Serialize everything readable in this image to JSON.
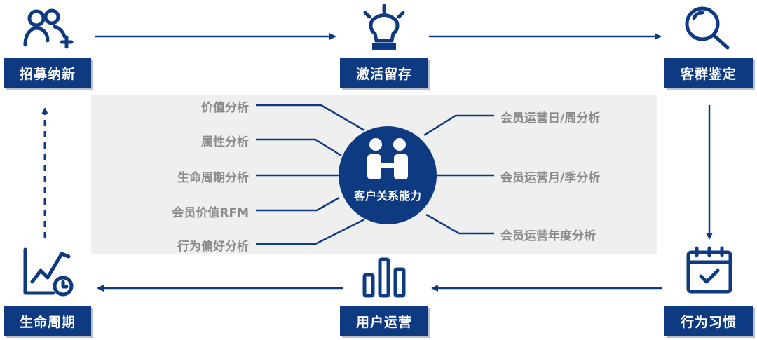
{
  "stages": {
    "recruit": "招募纳新",
    "activate": "激活留存",
    "identify": "客群鉴定",
    "lifecycle": "生命周期",
    "operation": "用户运营",
    "habit": "行为习惯"
  },
  "center": {
    "label": "客户关系能力"
  },
  "left_analyses": [
    "价值分析",
    "属性分析",
    "生命周期分析",
    "会员价值RFM",
    "行为偏好分析"
  ],
  "right_analyses": [
    "会员运营日/周分析",
    "会员运营月/季分析",
    "会员运营年度分析"
  ],
  "icons": {
    "recruit": "add-user-icon",
    "activate": "lightbulb-icon",
    "identify": "magnifier-icon",
    "lifecycle": "growth-chart-clock-icon",
    "operation": "bar-chart-icon",
    "habit": "calendar-check-icon",
    "center": "handshake-icon"
  },
  "colors": {
    "primary": "#0e3a82",
    "panel": "#efefef",
    "label": "#8a8a8a"
  }
}
